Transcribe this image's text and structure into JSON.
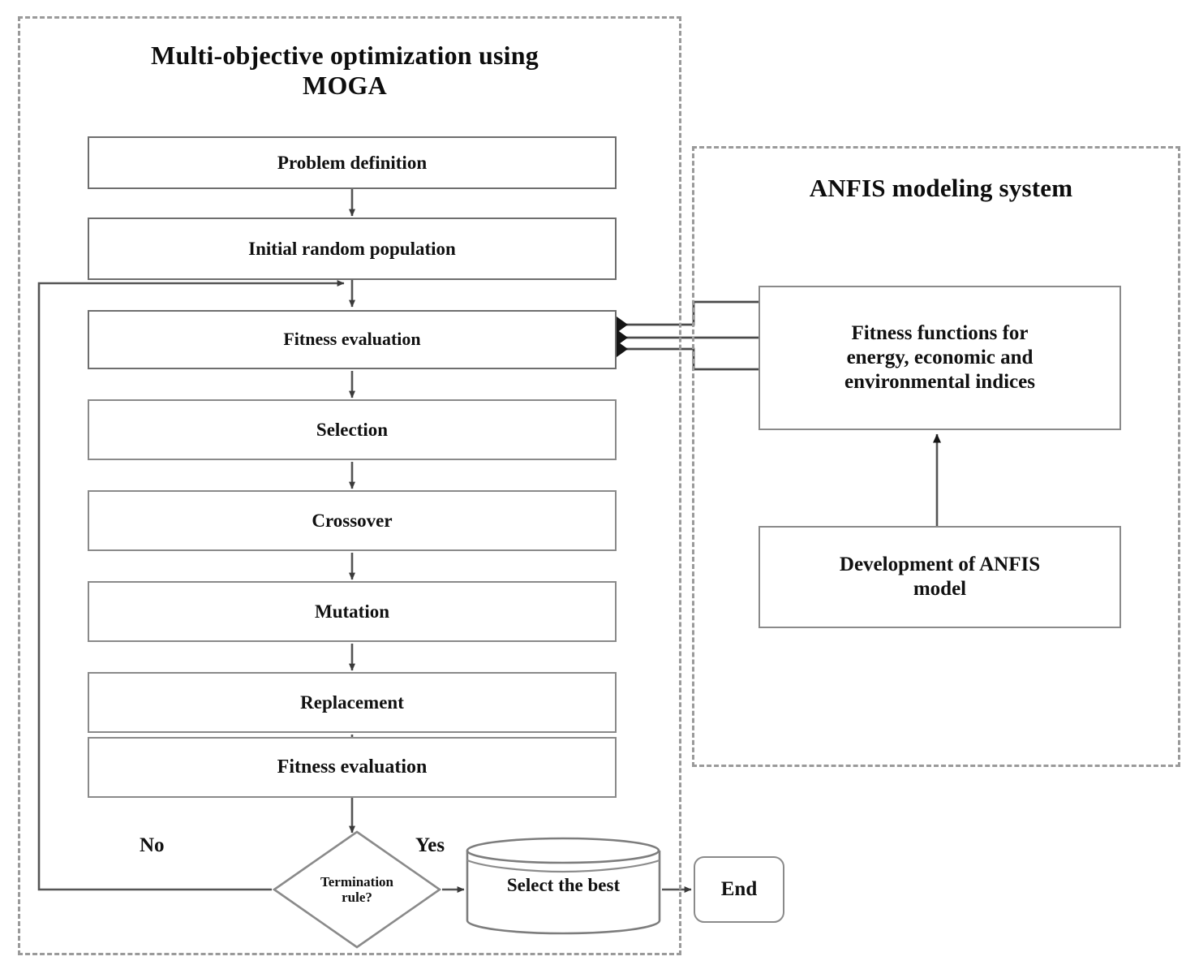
{
  "diagram": {
    "kind": "flowchart",
    "panels": [
      {
        "id": "moga",
        "title": "Multi-objective optimization using MOGA",
        "title_line1": "Multi-objective optimization using",
        "title_line2": "MOGA"
      },
      {
        "id": "anfis",
        "title": "ANFIS modeling system"
      }
    ],
    "moga_steps": [
      {
        "key": "problem_definition",
        "label": "Problem definition"
      },
      {
        "key": "initial_population",
        "label": "Initial random population"
      },
      {
        "key": "fitness_evaluation_1",
        "label": "Fitness evaluation"
      },
      {
        "key": "selection",
        "label": "Selection"
      },
      {
        "key": "crossover",
        "label": "Crossover"
      },
      {
        "key": "mutation",
        "label": "Mutation"
      },
      {
        "key": "replacement",
        "label": "Replacement"
      },
      {
        "key": "fitness_evaluation_2",
        "label": "Fitness evaluation"
      }
    ],
    "decision": {
      "key": "termination_rule",
      "line1": "Termination",
      "line2": "rule?",
      "label": "Termination rule?",
      "branch_no": "No",
      "branch_yes": "Yes"
    },
    "terminals": [
      {
        "key": "select_best",
        "label": "Select the best",
        "shape": "cylinder"
      },
      {
        "key": "end",
        "label": "End",
        "shape": "rounded-rectangle"
      }
    ],
    "anfis_nodes": [
      {
        "key": "fitness_functions",
        "label": "Fitness functions for energy, economic and environmental indices",
        "line1": "Fitness functions for",
        "line2": "energy, economic and",
        "line3": "environmental indices"
      },
      {
        "key": "anfis_model",
        "label": "Development of ANFIS model",
        "line1": "Development of ANFIS",
        "line2": "model"
      }
    ],
    "colors": {
      "background": "#ffffff",
      "node_border": "#6e6e6e",
      "panel_border": "#9a9a9a",
      "connector": "#555555",
      "text": "#111111"
    }
  }
}
